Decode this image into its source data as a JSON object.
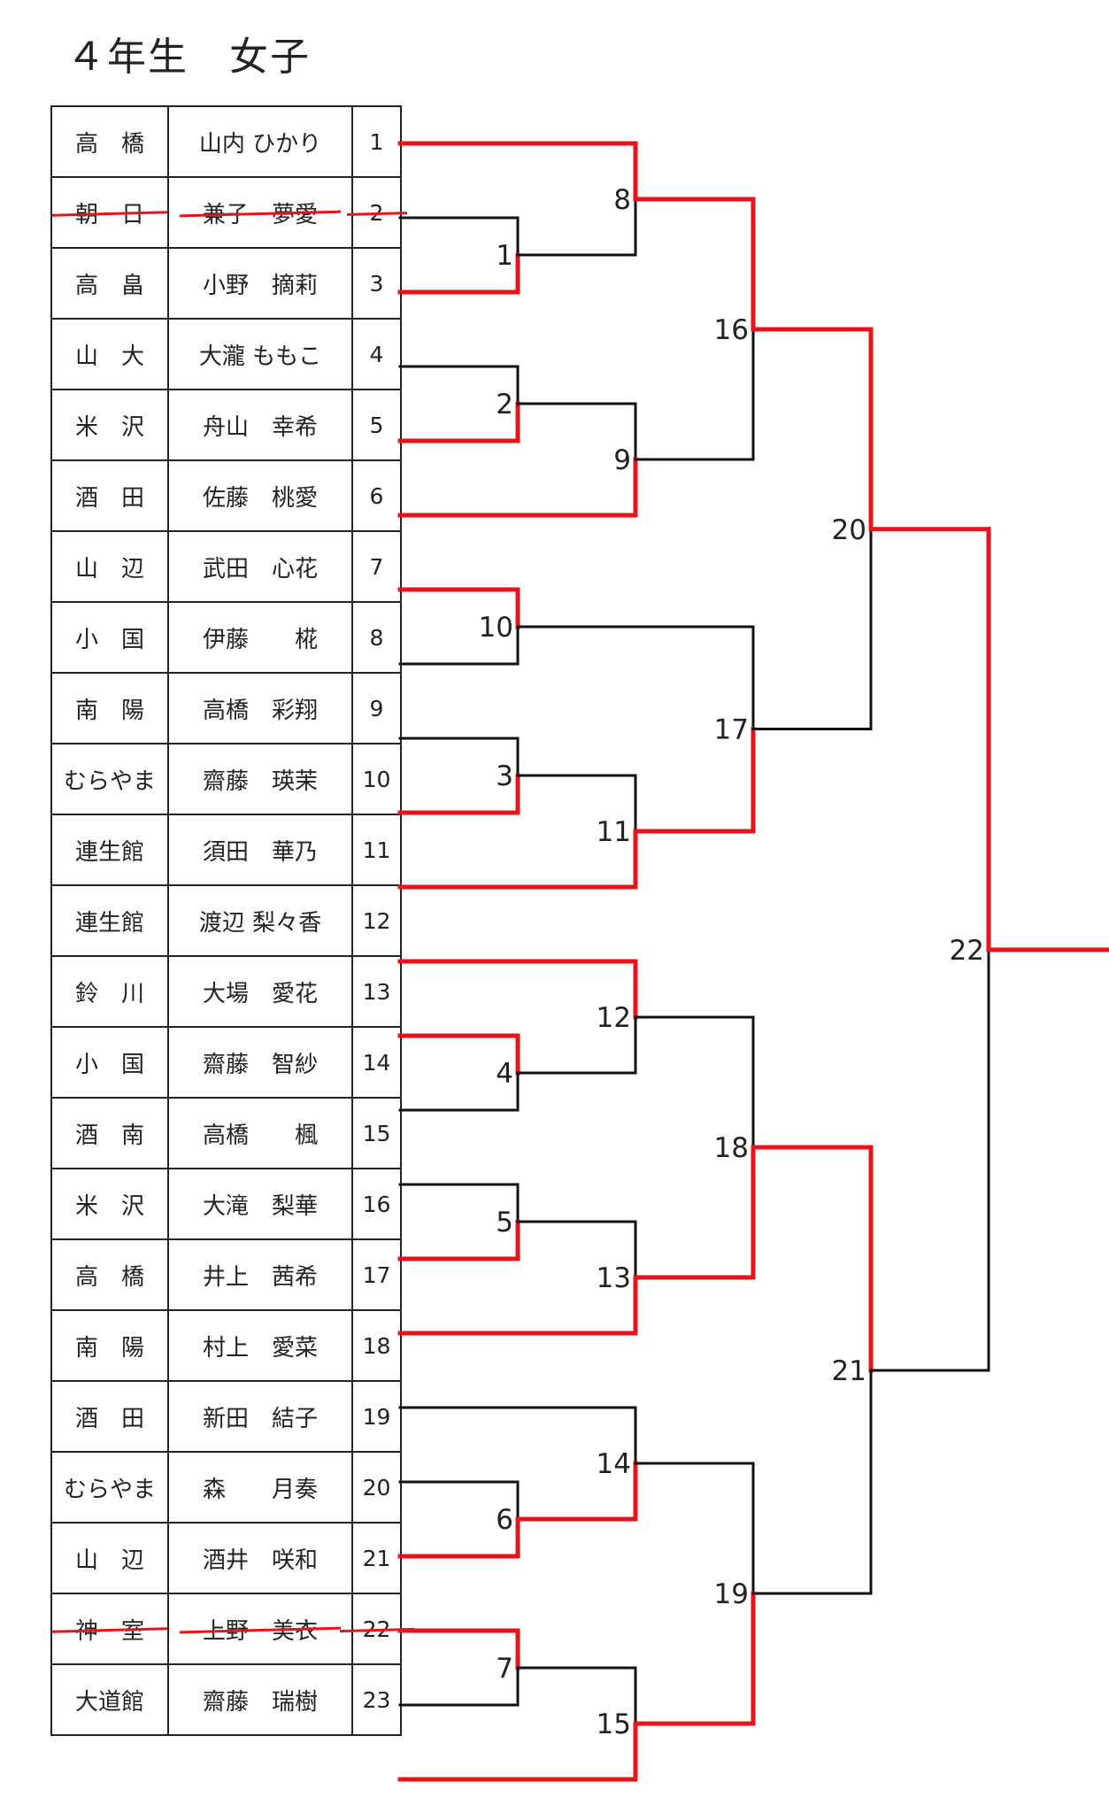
{
  "page": {
    "title": "４年生　女子"
  },
  "colors": {
    "winner_line": "#e8141b",
    "bracket_line": "#111111",
    "strike": "#e8141b"
  },
  "entries": [
    {
      "no": "1",
      "school": "高　橋",
      "player": "山内 ひかり",
      "withdrawn": false
    },
    {
      "no": "2",
      "school": "朝　日",
      "player": "兼子　夢愛",
      "withdrawn": true
    },
    {
      "no": "3",
      "school": "高　畠",
      "player": "小野　摘莉",
      "withdrawn": false
    },
    {
      "no": "4",
      "school": "山　大",
      "player": "大瀧 ももこ",
      "withdrawn": false
    },
    {
      "no": "5",
      "school": "米　沢",
      "player": "舟山　幸希",
      "withdrawn": false
    },
    {
      "no": "6",
      "school": "酒　田",
      "player": "佐藤　桃愛",
      "withdrawn": false
    },
    {
      "no": "7",
      "school": "山　辺",
      "player": "武田　心花",
      "withdrawn": false
    },
    {
      "no": "8",
      "school": "小　国",
      "player": "伊藤　　椛",
      "withdrawn": false
    },
    {
      "no": "9",
      "school": "南　陽",
      "player": "高橋　彩翔",
      "withdrawn": false
    },
    {
      "no": "10",
      "school": "むらやま",
      "player": "齋藤　瑛茉",
      "withdrawn": false
    },
    {
      "no": "11",
      "school": "連生館",
      "player": "須田　華乃",
      "withdrawn": false
    },
    {
      "no": "12",
      "school": "連生館",
      "player": "渡辺 梨々香",
      "withdrawn": false
    },
    {
      "no": "13",
      "school": "鈴　川",
      "player": "大場　愛花",
      "withdrawn": false
    },
    {
      "no": "14",
      "school": "小　国",
      "player": "齋藤　智紗",
      "withdrawn": false
    },
    {
      "no": "15",
      "school": "酒　南",
      "player": "高橋　　楓",
      "withdrawn": false
    },
    {
      "no": "16",
      "school": "米　沢",
      "player": "大滝　梨華",
      "withdrawn": false
    },
    {
      "no": "17",
      "school": "高　橋",
      "player": "井上　茜希",
      "withdrawn": false
    },
    {
      "no": "18",
      "school": "南　陽",
      "player": "村上　愛菜",
      "withdrawn": false
    },
    {
      "no": "19",
      "school": "酒　田",
      "player": "新田　結子",
      "withdrawn": false
    },
    {
      "no": "20",
      "school": "むらやま",
      "player": "森　　月奏",
      "withdrawn": false
    },
    {
      "no": "21",
      "school": "山　辺",
      "player": "酒井　咲和",
      "withdrawn": false
    },
    {
      "no": "22",
      "school": "神　室",
      "player": "上野　美衣",
      "withdrawn": true
    },
    {
      "no": "23",
      "school": "大道館",
      "player": "齋藤　瑞樹",
      "withdrawn": false
    }
  ],
  "matches": [
    {
      "id": "1",
      "top": "e2",
      "bottom": "e3",
      "winner": "bottom"
    },
    {
      "id": "2",
      "top": "e4",
      "bottom": "e5",
      "winner": "bottom"
    },
    {
      "id": "3",
      "top": "e9",
      "bottom": "e10",
      "winner": "bottom"
    },
    {
      "id": "4",
      "top": "e13",
      "bottom": "e14",
      "winner": "top"
    },
    {
      "id": "5",
      "top": "e15",
      "bottom": "e16",
      "winner": "bottom"
    },
    {
      "id": "6",
      "top": "e19",
      "bottom": "e20",
      "winner": "bottom"
    },
    {
      "id": "7",
      "top": "e21",
      "bottom": "e22",
      "winner": "top"
    },
    {
      "id": "8",
      "top": "e1",
      "bottom": "m1",
      "winner": "top"
    },
    {
      "id": "9",
      "top": "m2",
      "bottom": "e6",
      "winner": "bottom"
    },
    {
      "id": "10",
      "top": "e7",
      "bottom": "e8",
      "winner": "top"
    },
    {
      "id": "11",
      "top": "m3",
      "bottom": "e11",
      "winner": "bottom"
    },
    {
      "id": "12",
      "top": "e12",
      "bottom": "m4",
      "winner": "top"
    },
    {
      "id": "13",
      "top": "m5",
      "bottom": "e17",
      "winner": "bottom"
    },
    {
      "id": "14",
      "top": "e18",
      "bottom": "m6",
      "winner": "bottom"
    },
    {
      "id": "15",
      "top": "m7",
      "bottom": "e23",
      "winner": "bottom"
    },
    {
      "id": "16",
      "top": "m8",
      "bottom": "m9",
      "winner": "top"
    },
    {
      "id": "17",
      "top": "m10",
      "bottom": "m11",
      "winner": "bottom"
    },
    {
      "id": "18",
      "top": "m12",
      "bottom": "m13",
      "winner": "bottom"
    },
    {
      "id": "19",
      "top": "m14",
      "bottom": "m15",
      "winner": "bottom"
    },
    {
      "id": "20",
      "top": "m16",
      "bottom": "m17",
      "winner": "top"
    },
    {
      "id": "21",
      "top": "m18",
      "bottom": "m19",
      "winner": "top"
    },
    {
      "id": "22",
      "top": "m20",
      "bottom": "m21",
      "winner": "top"
    }
  ]
}
